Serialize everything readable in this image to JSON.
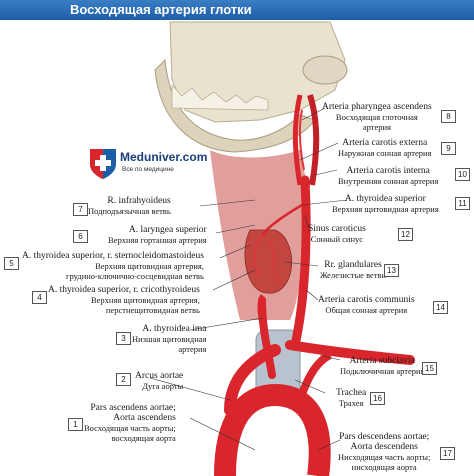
{
  "title": "Восходящая артерия глотки",
  "logo": {
    "name": "Meduniver.com",
    "tagline": "Все по медицине"
  },
  "labels": [
    {
      "num": "1",
      "la": "Pars ascendens aortae;",
      "la2": "Aorta ascendens",
      "ru": "Восходящая часть аорты;",
      "ru2": "восходящая аорта"
    },
    {
      "num": "2",
      "la": "Arcus aortae",
      "ru": "Дуга аорты"
    },
    {
      "num": "3",
      "la": "A. thyroidea ima",
      "ru": "Низшая щитовидная",
      "ru2": "артерия"
    },
    {
      "num": "4",
      "la": "A. thyroidea superior, r. cricothyroideus",
      "ru": "Верхняя щитовидная артерия,",
      "ru2": "перстнещитовидная ветвь"
    },
    {
      "num": "5",
      "la": "A. thyroidea superior, r. sternocleidomastoideus",
      "ru": "Верхняя щитовидная артерия,",
      "ru2": "грудино-ключично-сосцевидная ветвь"
    },
    {
      "num": "6",
      "la": "A. laryngea superior",
      "ru": "Верхняя гортанная артерия"
    },
    {
      "num": "7",
      "la": "R. infrahyoideus",
      "ru": "Подподъязычная ветвь"
    },
    {
      "num": "8",
      "la": "Arteria pharyngea ascendens",
      "ru": "Восходящая глоточная",
      "ru2": "артерия"
    },
    {
      "num": "9",
      "la": "Arteria carotis externa",
      "ru": "Наружная сонная артерия"
    },
    {
      "num": "10",
      "la": "Arteria carotis interna",
      "ru": "Внутренняя сонная артерия"
    },
    {
      "num": "11",
      "la": "A. thyroidea superior",
      "ru": "Верхняя щитовидная артерия"
    },
    {
      "num": "12",
      "la": "Sinus caroticus",
      "ru": "Сонный синус"
    },
    {
      "num": "13",
      "la": "Rr. glandulares",
      "ru": "Железистые ветви"
    },
    {
      "num": "14",
      "la": "Arteria carotis communis",
      "ru": "Общая сонная артерия"
    },
    {
      "num": "15",
      "la": "Arteria subclavia",
      "ru": "Подключичная артерия"
    },
    {
      "num": "16",
      "la": "Trachea",
      "ru": "Трахея"
    },
    {
      "num": "17",
      "la": "Pars descendens aortae;",
      "la2": "Aorta descendens",
      "ru": "Нисходящая часть аорты;",
      "ru2": "нисходящая аорта"
    }
  ],
  "colors": {
    "artery": "#d8262c",
    "artery_dark": "#a5141a",
    "bone": "#e9e2cf",
    "muscle": "#c9504a",
    "trachea": "#b9c3cf",
    "header": "#2a6db5"
  }
}
